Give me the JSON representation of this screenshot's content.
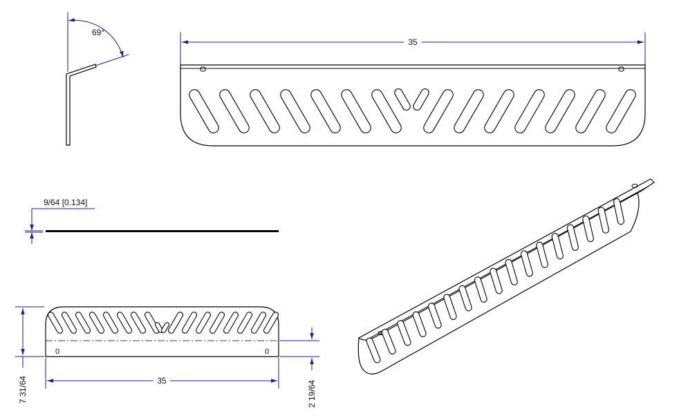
{
  "dimensions": {
    "top_angle": "69°",
    "top_length": "35",
    "thickness": "9/64 [0.134]",
    "front_length": "35",
    "front_height": "7 31/64",
    "hole_offset": "2 19/64"
  },
  "hole_labels": {
    "left": "0",
    "right": "0"
  },
  "colors": {
    "dimension_line": "#1a1aa8",
    "part_outline": "#000000"
  }
}
